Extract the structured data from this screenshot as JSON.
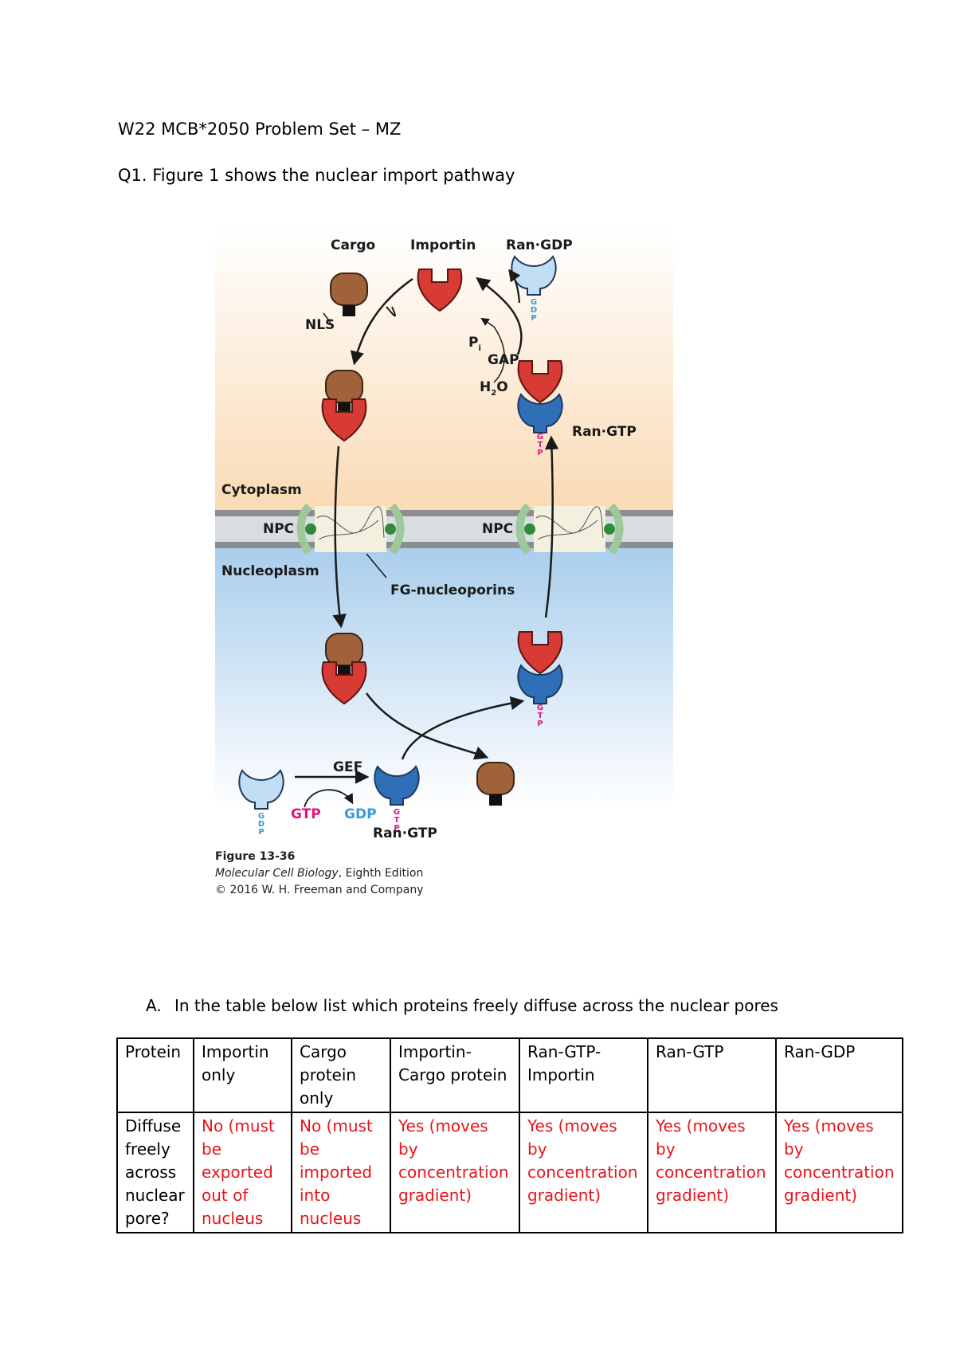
{
  "document": {
    "title": "W22 MCB*2050 Problem Set – MZ",
    "question": "Q1. Figure 1 shows the nuclear import pathway"
  },
  "figure": {
    "labels": {
      "cargo": "Cargo",
      "importin": "Importin",
      "ran_gdp": "Ran·GDP",
      "nls": "NLS",
      "pi": "P",
      "pi_sub": "i",
      "gap": "GAP",
      "h2o": "H",
      "h2o_sub": "2",
      "h2o_end": "O",
      "ran_gtp_top": "Ran·GTP",
      "cytoplasm": "Cytoplasm",
      "npc_left": "NPC",
      "npc_right": "NPC",
      "nucleoplasm": "Nucleoplasm",
      "fg_nucleoporins": "FG-nucleoporins",
      "gef": "GEF",
      "gtp": "GTP",
      "gdp": "GDP",
      "ran_gtp_bottom": "Ran·GTP"
    },
    "caption": {
      "number": "Figure 13-36",
      "book": "Molecular Cell Biology",
      "edition": ", Eighth Edition",
      "copyright": "© 2016 W. H. Freeman and Company"
    },
    "colors": {
      "cytoplasm_bg": "#fbe3c6",
      "nucleoplasm_bg": "#bcd9f0",
      "cargo": "#a0623a",
      "importin": "#d83a34",
      "ran_gdp": "#c2def4",
      "ran_gtp": "#2f6fb8",
      "gtp_text": "#e0157c",
      "gdp_text": "#3a9ad8"
    }
  },
  "part_a": {
    "letter": "A.",
    "text": "In the table below list which proteins freely diffuse across the nuclear pores"
  },
  "table": {
    "headers": [
      "Protein",
      "Importin only",
      "Cargo protein only",
      "Importin-Cargo protein",
      "Ran-GTP-Importin",
      "Ran-GTP",
      "Ran-GDP"
    ],
    "row_label": "Diffuse freely across nuclear pore?",
    "answers": [
      "No (must be exported out of nucleus",
      "No (must be imported into nucleus",
      "Yes (moves by concentration gradient)",
      "Yes (moves by concentration gradient)",
      "Yes (moves by concentration gradient)",
      "Yes (moves by concentration gradient)"
    ],
    "answer_color": "#e8141a"
  }
}
